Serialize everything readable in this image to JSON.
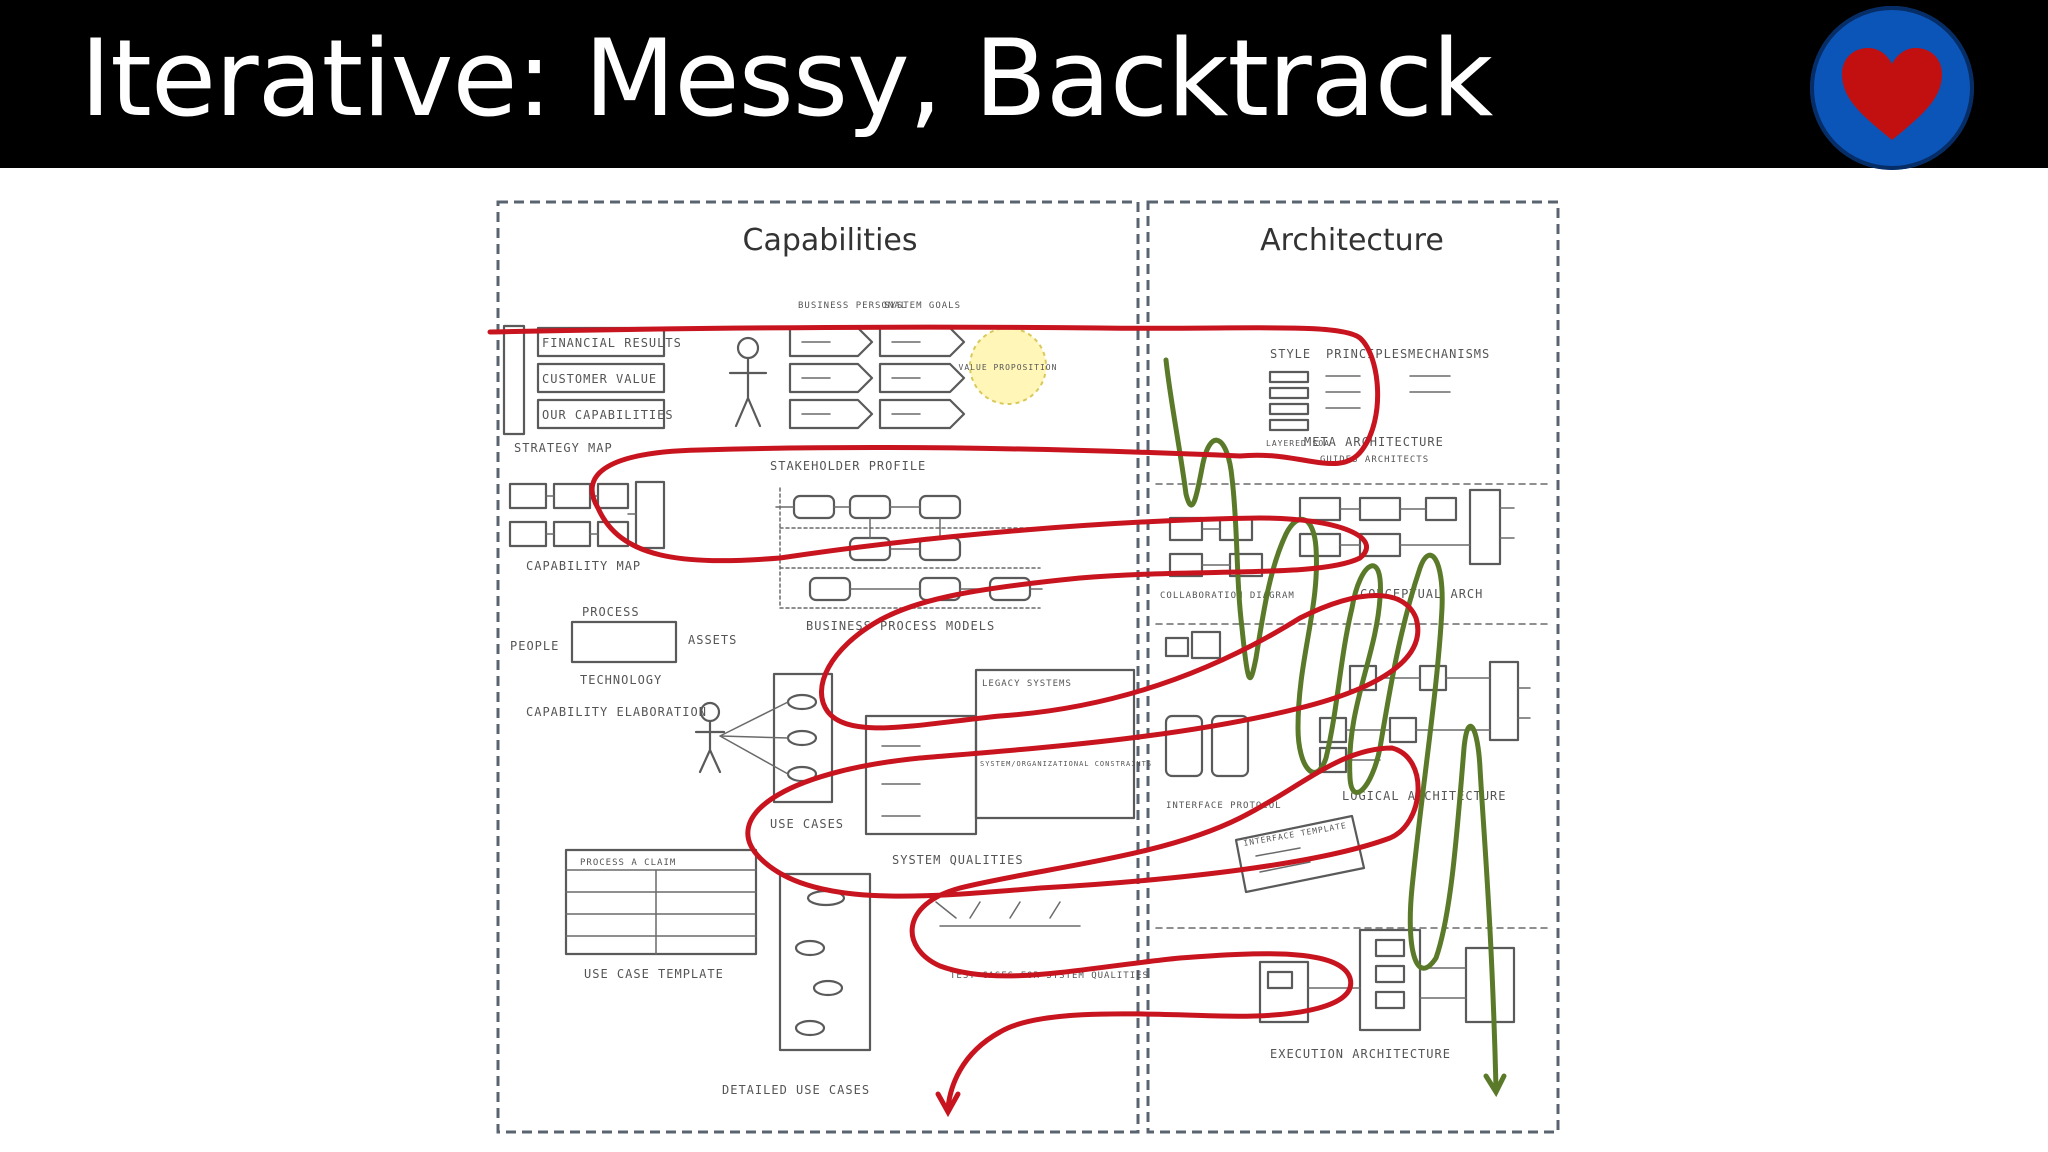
{
  "slide": {
    "title": "Iterative: Messy, Backtrack",
    "badge_icon": "heart-icon"
  },
  "diagram": {
    "columns": [
      {
        "heading": "Capabilities"
      },
      {
        "heading": "Architecture"
      }
    ],
    "labels": {
      "financial_results": "FINANCIAL RESULTS",
      "customer_value": "CUSTOMER VALUE",
      "our_capabilities": "OUR CAPABILITIES",
      "strategy_map": "STRATEGY MAP",
      "business_personal": "BUSINESS PERSONAL",
      "system_goals": "SYSTEM GOALS",
      "value_proposition": "VALUE PROPOSITION",
      "stakeholder_profile": "STAKEHOLDER PROFILE",
      "capability_map": "CAPABILITY MAP",
      "business_process_models": "BUSINESS PROCESS MODELS",
      "process": "PROCESS",
      "people": "PEOPLE",
      "assets": "ASSETS",
      "technology": "TECHNOLOGY",
      "capability_elaboration": "CAPABILITY ELABORATION",
      "use_cases": "USE CASES",
      "system_qualities": "SYSTEM QUALITIES",
      "legacy_systems": "LEGACY SYSTEMS",
      "system_constraints": "SYSTEM/ORGANIZATIONAL CONSTRAINTS",
      "process_a_claim": "PROCESS A CLAIM",
      "use_case_template": "USE CASE TEMPLATE",
      "detailed_use_cases": "DETAILED USE CASES",
      "test_cases": "TEST CASES FOR SYSTEM QUALITIES",
      "style": "STYLE",
      "principles": "PRINCIPLES",
      "mechanisms": "MECHANISMS",
      "layered_soa": "LAYERED SOA",
      "meta_architecture": "META ARCHITECTURE",
      "guides_architects": "GUIDES ARCHITECTS",
      "collaboration_diagram": "COLLABORATION DIAGRAM",
      "conceptual_architecture": "CONCEPTUAL ARCH",
      "interface_protocol": "INTERFACE PROTOCOL",
      "logical_architecture": "LOGICAL ARCHITECTURE",
      "interface_template": "INTERFACE TEMPLATE",
      "execution_architecture": "EXECUTION ARCHITECTURE"
    }
  },
  "colors": {
    "title_bar": "#000000",
    "title_text": "#ffffff",
    "badge_ring": "#0b55b8",
    "heart": "#c21010",
    "path_capabilities": "#c8141e",
    "path_architecture": "#5a7a2a"
  }
}
